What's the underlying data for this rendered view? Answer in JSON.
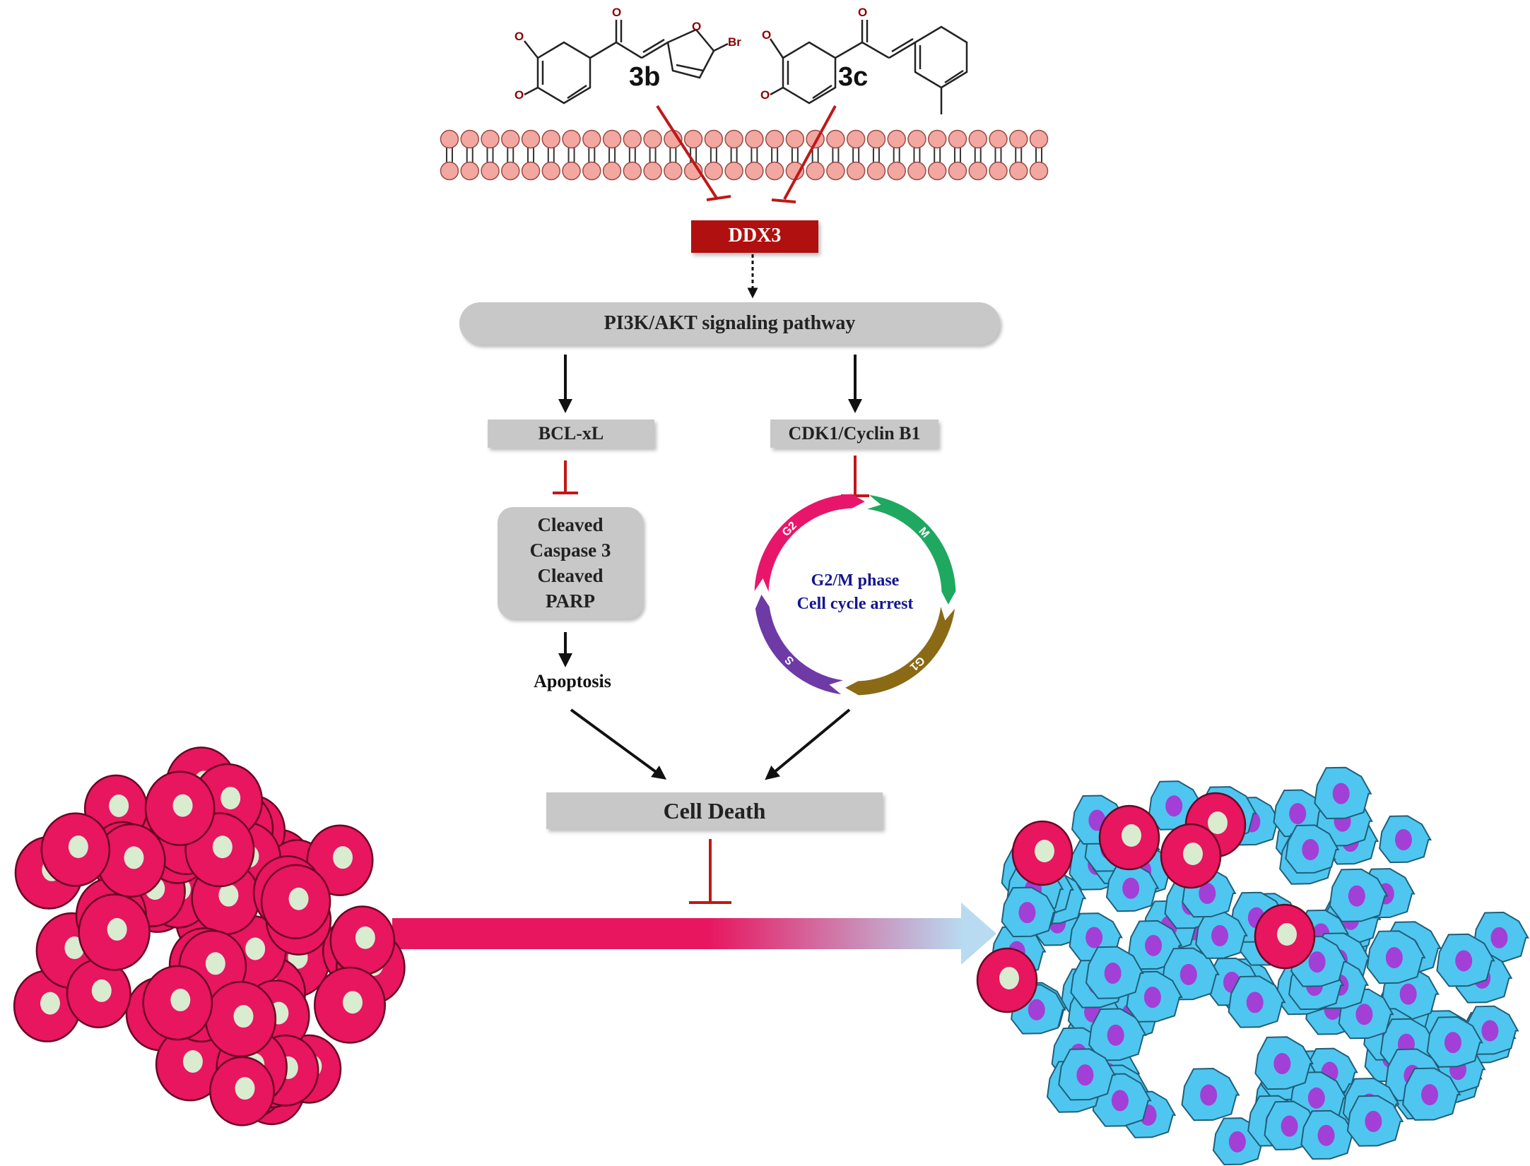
{
  "compounds": [
    {
      "id": "3b",
      "label": "3b",
      "substituent": "Br",
      "atoms": [
        "O",
        "O",
        "O",
        "O",
        "Br"
      ]
    },
    {
      "id": "3c",
      "label": "3c",
      "atoms": [
        "O",
        "O",
        "O"
      ]
    }
  ],
  "target": {
    "label": "DDX3",
    "color": "#b0100f"
  },
  "pathway": {
    "label": "PI3K/AKT signaling pathway"
  },
  "left_branch": {
    "protein": "BCL-xL",
    "effectors": [
      "Cleaved",
      "Caspase 3",
      "Cleaved",
      "PARP"
    ],
    "outcome": "Apoptosis"
  },
  "right_branch": {
    "protein": "CDK1/Cyclin B1",
    "cycle": {
      "center_line1": "G2/M phase",
      "center_line2": "Cell cycle arrest",
      "phases": [
        {
          "label": "G2",
          "color": "#e8166a"
        },
        {
          "label": "M",
          "color": "#1fa860"
        },
        {
          "label": "G1",
          "color": "#8a6a14"
        },
        {
          "label": "S",
          "color": "#6d3aa6"
        }
      ]
    }
  },
  "cell_death": {
    "label": "Cell Death"
  },
  "colors": {
    "inhibition": "#c01818",
    "membrane": "#f2a7a0",
    "tumor_cell": "#e8155f",
    "nucleus": "#d9ecd0",
    "dead_cell": "#4fc6ef",
    "dead_nucleus": "#a23fd6",
    "box_gray": "#c8c8c8"
  }
}
